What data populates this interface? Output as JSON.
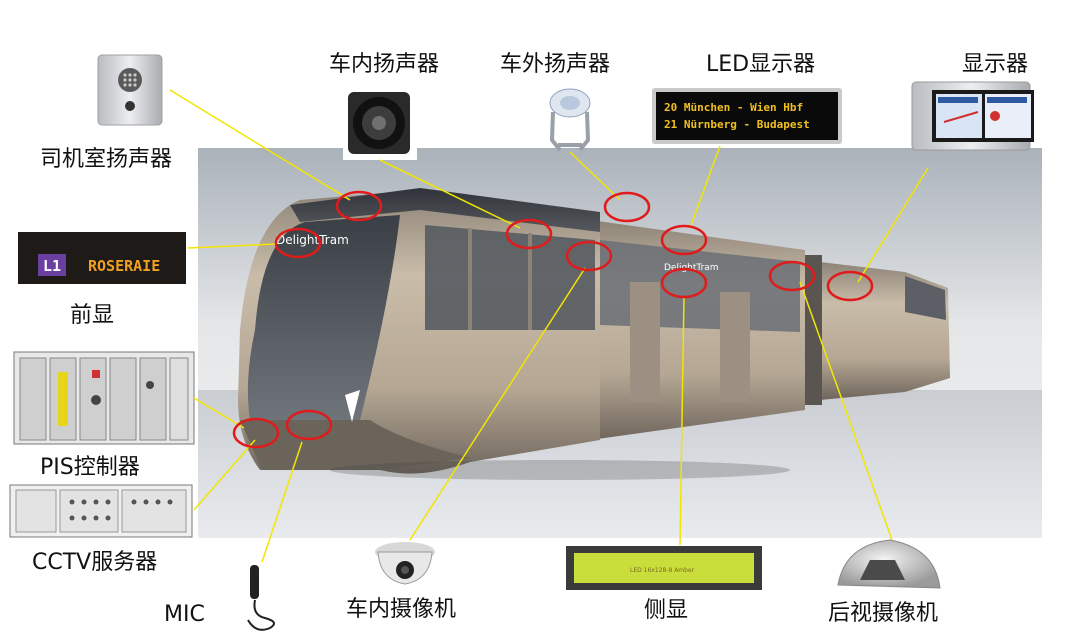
{
  "components": {
    "driver_cab_speaker": "司机室扬声器",
    "interior_speaker": "车内扬声器",
    "exterior_speaker": "车外扬声器",
    "led_display": "LED显示器",
    "display": "显示器",
    "front_display": "前显",
    "pis_controller": "PIS控制器",
    "cctv_server": "CCTV服务器",
    "mic": "MIC",
    "interior_camera": "车内摄像机",
    "side_display": "侧显",
    "rear_view_camera": "后视摄像机"
  },
  "tram_branding": "DelightTram",
  "led_display_rows": [
    "20  München - Wien Hbf",
    "21  Nürnberg - Budapest"
  ],
  "front_display_text": {
    "route": "L1",
    "destination": "ROSERAIE"
  },
  "side_display_text": "LED 16x128-8 Amber",
  "colors": {
    "callout_line": "#f2e600",
    "callout_circle": "#e01b1b",
    "tram_body": "#b8ab9b",
    "led_amber": "#f0a020",
    "led_green": "#c8e040"
  }
}
